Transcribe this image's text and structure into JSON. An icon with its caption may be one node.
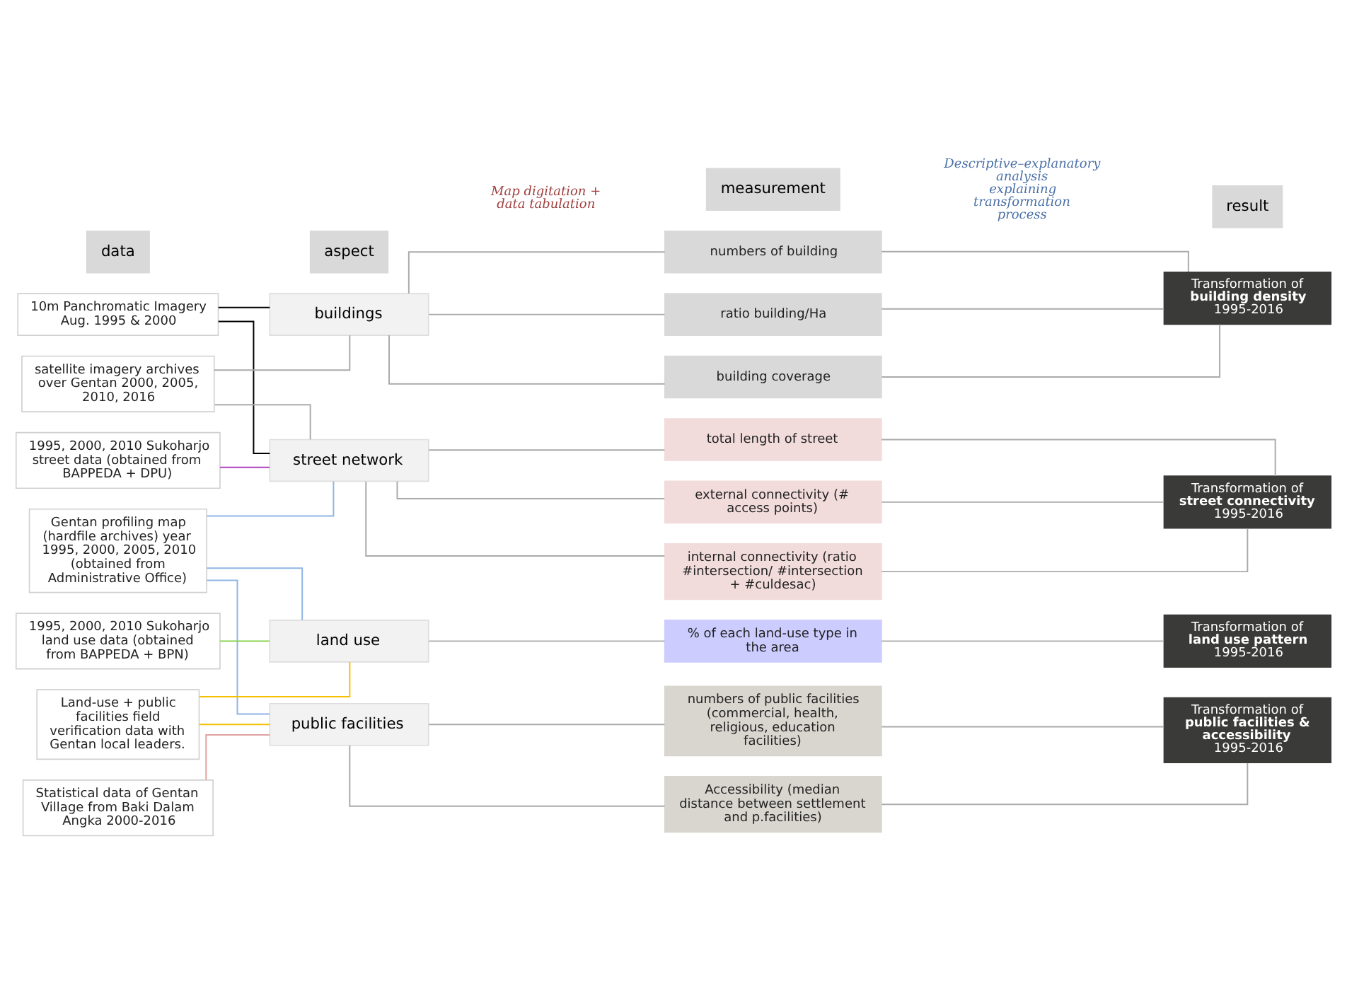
{
  "diagram": {
    "nodes": [
      {
        "text": [
          "10m Panchromatic Imagery Aug. 1995 & 2000"
        ]
      },
      {
        "text": [
          "satellite imagery archives over Gentan 2000, 2005, 2010, 2016"
        ]
      },
      {
        "text": [
          "Gentan profiling map (hardfile archives) year 1995, 2000, 2005, 2010 (obtained from Administrative Office)"
        ]
      },
      {
        "text": [
          "1995, 2000, 2010 Sukoharjo street data (obtained from BAPPEDA + DPU)"
        ]
      },
      {
        "text": [
          "1995, 2000, 2010 Sukoharjo land use data (obtained from BAPPEDA + BPN)"
        ]
      },
      {
        "text": [
          "Statistical data of Gentan Village from Baki Dalam Angka 2000-2016"
        ]
      },
      {
        "text": [
          "Land-use + public facilities field verification data with Gentan local leaders."
        ]
      },
      {
        "text": [
          "buildings"
        ]
      },
      {
        "text": [
          "street network"
        ]
      },
      {
        "text": [
          "land use"
        ]
      },
      {
        "text": [
          "public facilities"
        ]
      },
      {
        "text": [
          "numbers of building"
        ]
      },
      {
        "text": [
          "ratio building/Ha"
        ]
      },
      {
        "text": [
          "building coverage"
        ]
      },
      {
        "text": [
          "total length of street"
        ]
      },
      {
        "text": [
          "external connectivity (# access points)"
        ]
      },
      {
        "text": [
          "internal connectivity (ratio #intersection/ #intersection + #culdesac)"
        ]
      },
      {
        "text": [
          "% of each land-use type in the area"
        ]
      },
      {
        "text": [
          "numbers of public facilities (commercial, health, religious, education facilities)"
        ]
      },
      {
        "text": [
          "Accessibility (median distance between settlement and p.facilities)"
        ]
      },
      {
        "text": [
          "Transformation of",
          "building density",
          "1995-2016"
        ]
      },
      {
        "text": [
          "Transformation of",
          "street connectivity",
          "1995-2016"
        ]
      },
      {
        "text": [
          "Transformation of",
          "land use pattern",
          "1995-2016"
        ]
      },
      {
        "text": [
          "Transformation of",
          "public facilities & accessibility",
          "1995-2016"
        ]
      }
    ],
    "edges": [
      {
        "from": 0,
        "to": 7,
        "arrow": "none",
        "color": "#000000"
      },
      {
        "from": 0,
        "to": 8,
        "arrow": "none",
        "color": "#000000"
      },
      {
        "from": 1,
        "to": 7,
        "arrow": "none"
      },
      {
        "from": 1,
        "to": 8,
        "arrow": "none"
      },
      {
        "from": 2,
        "to": 8,
        "arrow": "none",
        "color": "#8fb4e3"
      },
      {
        "from": 2,
        "to": 9,
        "arrow": "none",
        "color": "#8fb4e3"
      },
      {
        "from": 2,
        "to": 10,
        "arrow": "none",
        "color": "#8fb4e3"
      },
      {
        "from": 3,
        "to": 8,
        "arrow": "none",
        "color": "#b040c0"
      },
      {
        "from": 4,
        "to": 9,
        "arrow": "none",
        "color": "#80d040"
      },
      {
        "from": 5,
        "to": 10,
        "arrow": "none",
        "color": "#e0a0a0"
      },
      {
        "from": 6,
        "to": 9,
        "arrow": "none",
        "color": "#f5c000"
      },
      {
        "from": 6,
        "to": 10,
        "arrow": "none",
        "color": "#f5c000"
      },
      {
        "from": 7,
        "to": 11,
        "arrow": "none"
      },
      {
        "from": 7,
        "to": 12,
        "arrow": "none"
      },
      {
        "from": 7,
        "to": 13,
        "arrow": "none"
      },
      {
        "from": 8,
        "to": 14,
        "arrow": "none"
      },
      {
        "from": 8,
        "to": 15,
        "arrow": "none"
      },
      {
        "from": 8,
        "to": 16,
        "arrow": "none"
      },
      {
        "from": 9,
        "to": 17,
        "arrow": "none"
      },
      {
        "from": 10,
        "to": 18,
        "arrow": "none"
      },
      {
        "from": 10,
        "to": 19,
        "arrow": "none"
      },
      {
        "from": 11,
        "to": 20,
        "arrow": "none"
      },
      {
        "from": 12,
        "to": 20,
        "arrow": "none"
      },
      {
        "from": 13,
        "to": 20,
        "arrow": "none"
      },
      {
        "from": 14,
        "to": 21,
        "arrow": "none"
      },
      {
        "from": 15,
        "to": 21,
        "arrow": "none"
      },
      {
        "from": 16,
        "to": 21,
        "arrow": "none"
      },
      {
        "from": 17,
        "to": 22,
        "arrow": "none"
      },
      {
        "from": 18,
        "to": 23,
        "arrow": "none"
      },
      {
        "from": 19,
        "to": 23,
        "arrow": "none"
      }
    ],
    "labels": [
      "data",
      "aspect",
      "measurement",
      "result",
      "Map digitation + data tabulation",
      "Descriptive–explanatory analysis explaining transformation process"
    ]
  }
}
